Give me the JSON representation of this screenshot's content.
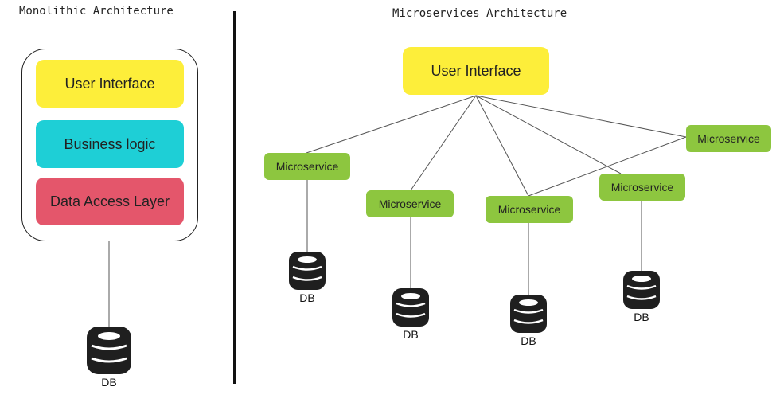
{
  "colors": {
    "user_interface": "#fdee3a",
    "business_logic": "#1ecfd6",
    "data_access": "#e4566b",
    "microservice": "#8dc63f"
  },
  "monolithic": {
    "title": "Monolithic Architecture",
    "layers": [
      "User Interface",
      "Business logic",
      "Data Access Layer"
    ],
    "db_label": "DB"
  },
  "microservices": {
    "title": "Microservices Architecture",
    "ui_label": "User Interface",
    "service_label": "Microservice",
    "db_label": "DB"
  }
}
